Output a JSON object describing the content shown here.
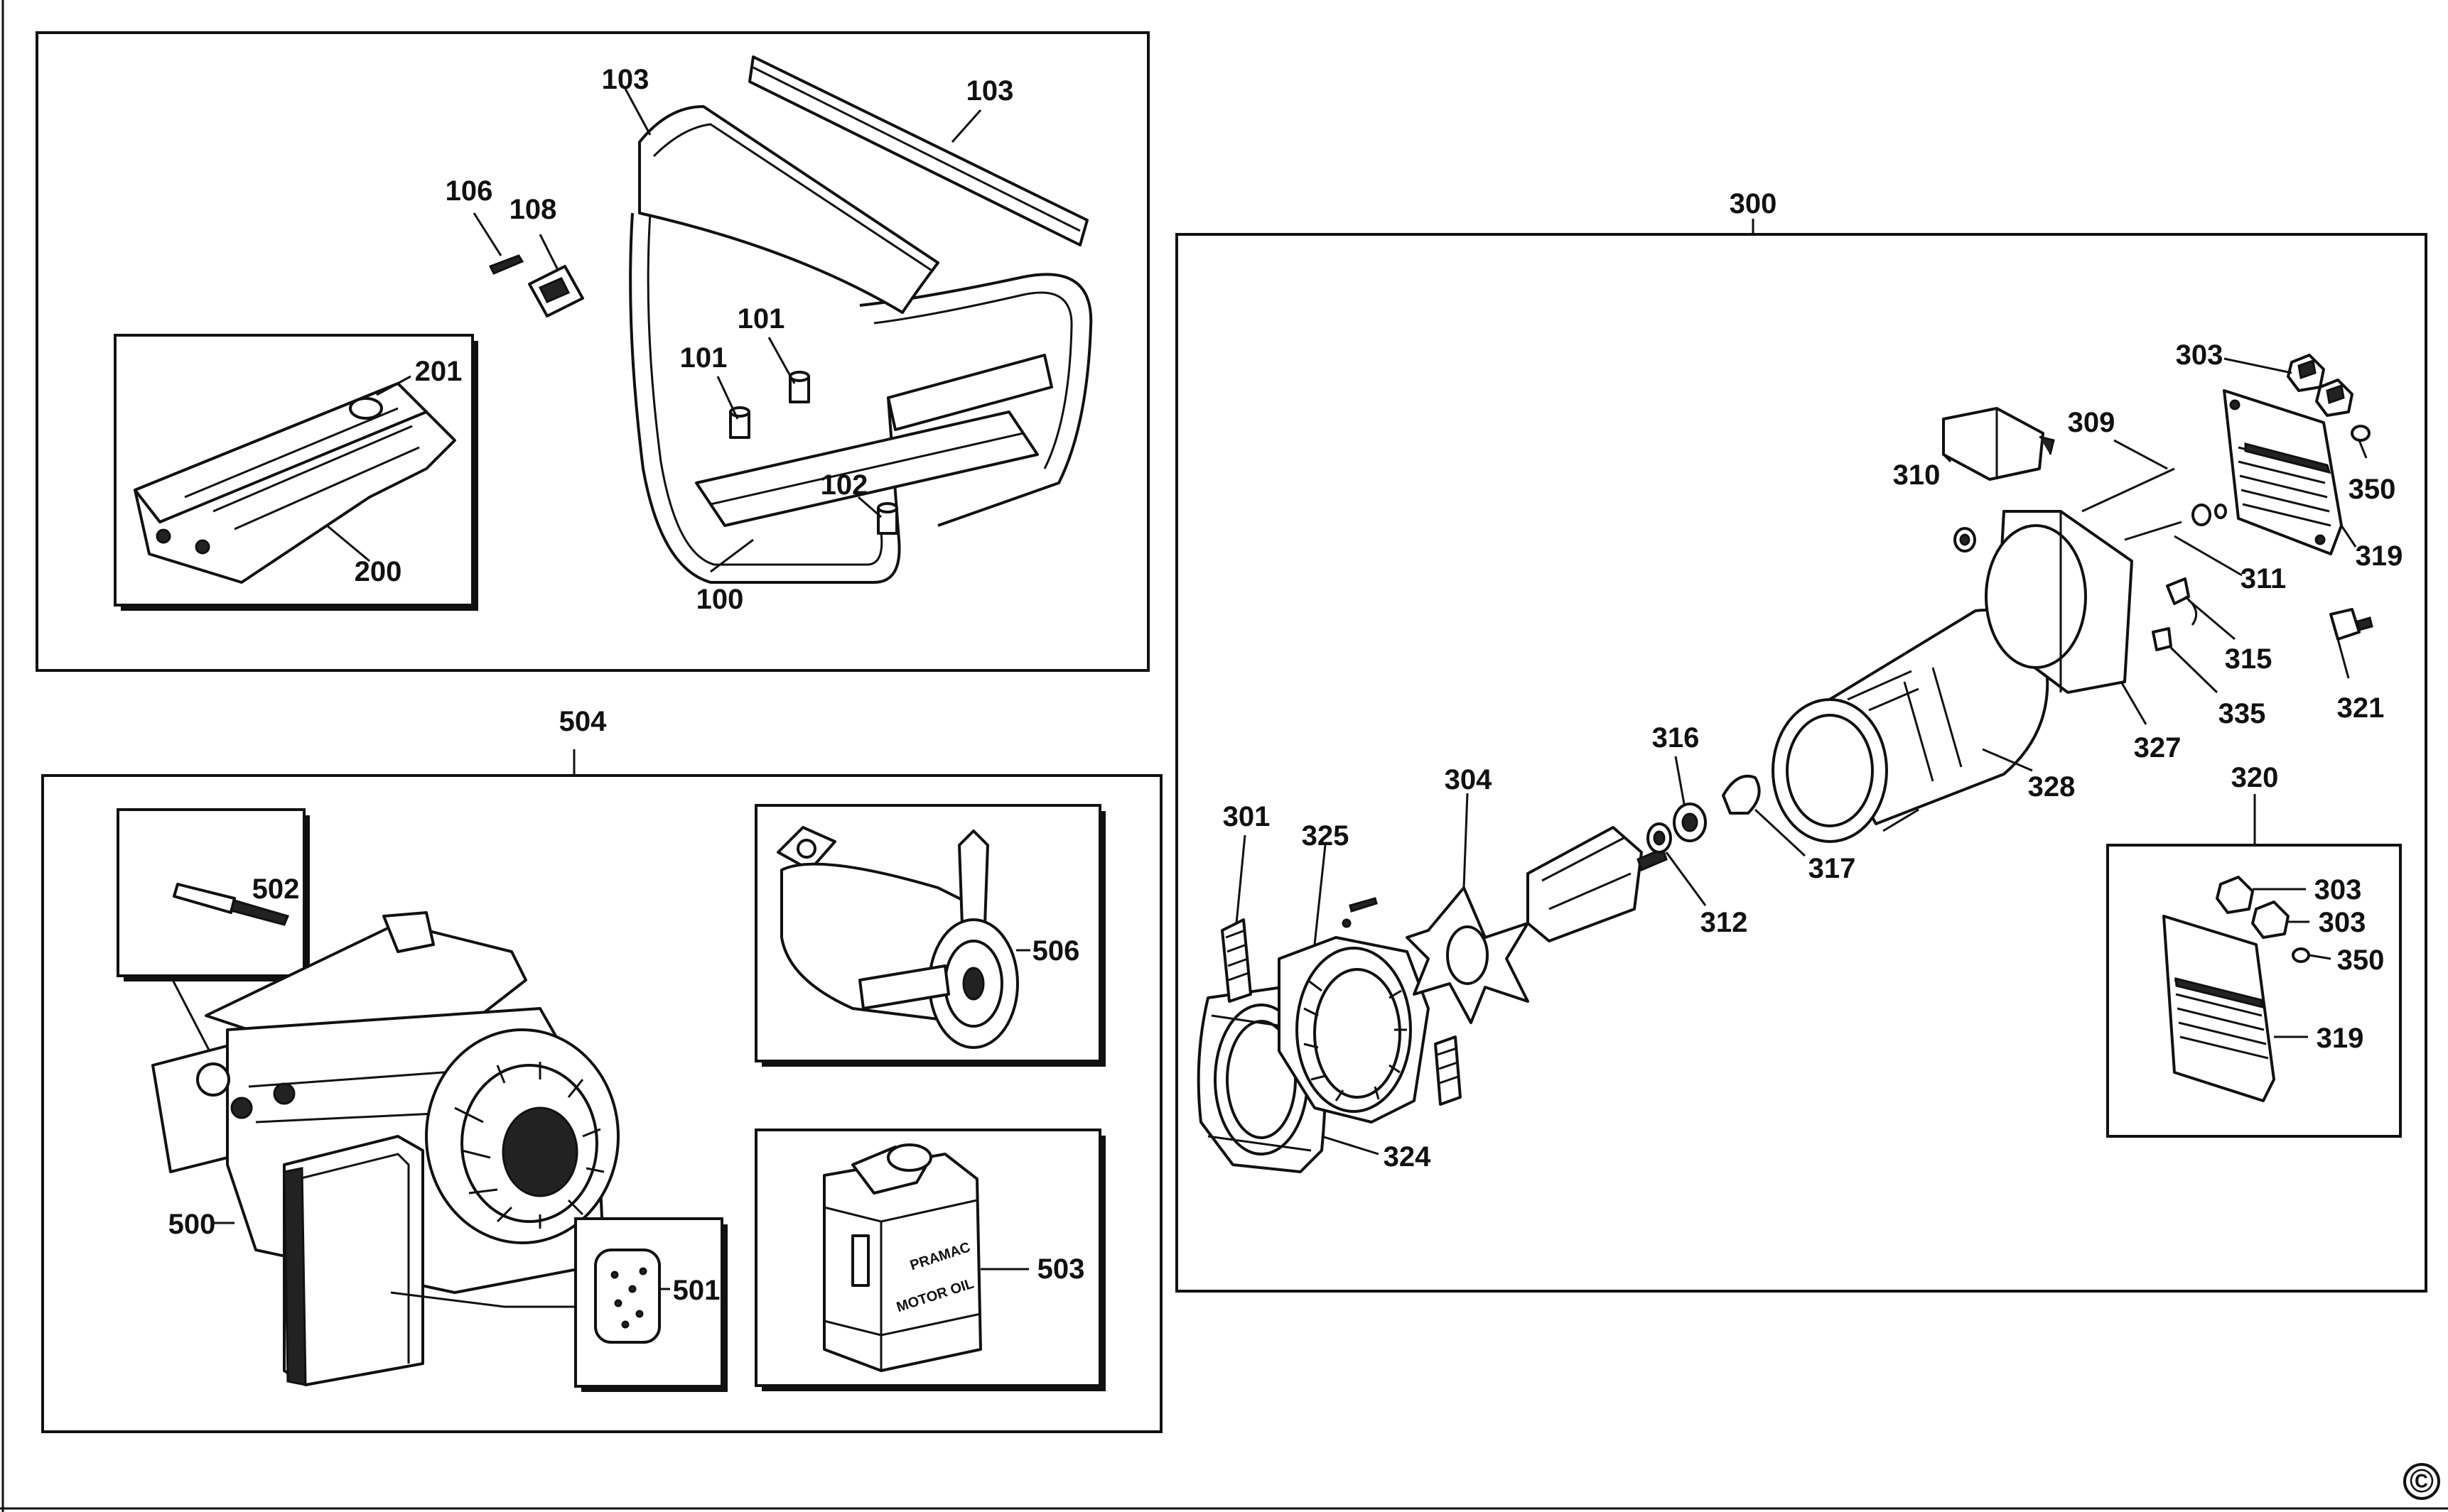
{
  "diagram": {
    "labels": {
      "p100": "100",
      "p101a": "101",
      "p101b": "101",
      "p102": "102",
      "p103a": "103",
      "p103b": "103",
      "p106": "106",
      "p108": "108",
      "p200": "200",
      "p201": "201",
      "p300": "300",
      "p301": "301",
      "p303a": "303",
      "p303b": "303",
      "p303c": "303",
      "p304": "304",
      "p309": "309",
      "p310": "310",
      "p311": "311",
      "p312": "312",
      "p315": "315",
      "p316": "316",
      "p317": "317",
      "p319a": "319",
      "p319b": "319",
      "p320": "320",
      "p321": "321",
      "p324": "324",
      "p325": "325",
      "p327": "327",
      "p328": "328",
      "p335": "335",
      "p350a": "350",
      "p350b": "350",
      "p500": "500",
      "p501": "501",
      "p502": "502",
      "p503": "503",
      "p504": "504",
      "p506": "506"
    },
    "oil_can_brand": "PRAMAC",
    "oil_can_text": "MOTOR OIL",
    "copyright": "©"
  }
}
